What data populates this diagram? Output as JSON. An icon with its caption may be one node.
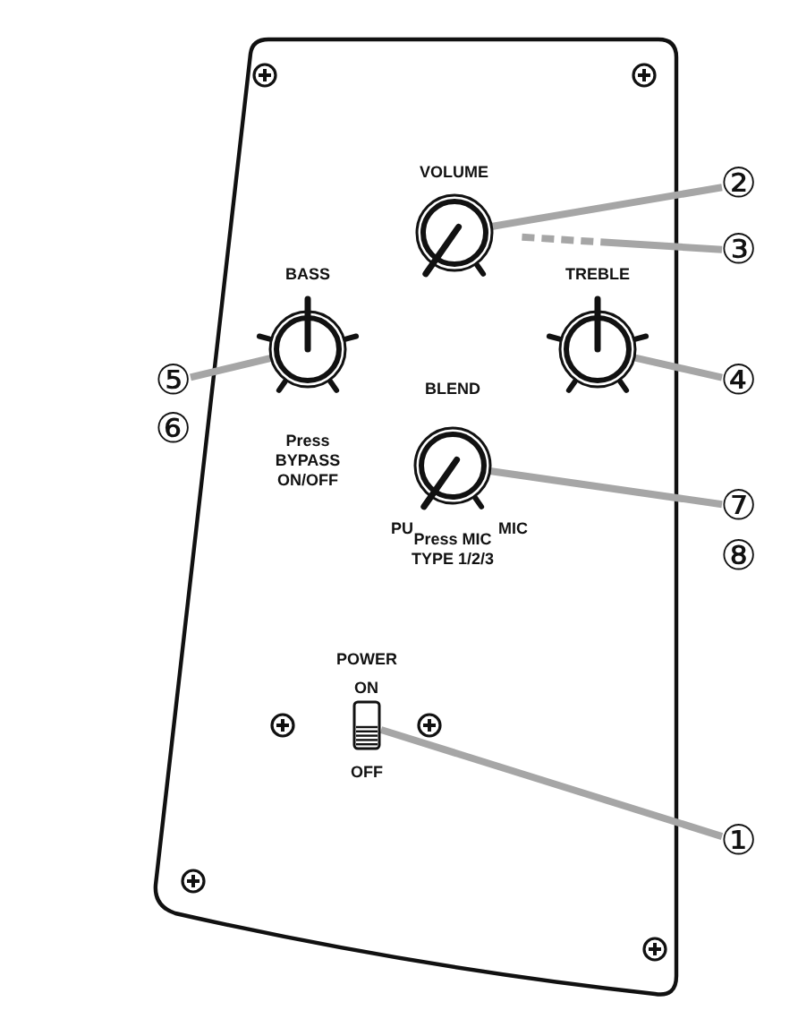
{
  "diagram": {
    "nodes": [
      {
        "text": [
          "②"
        ]
      },
      {
        "text": [],
        "shape": "circle"
      },
      {
        "text": [
          "③"
        ]
      },
      {
        "text": [],
        "shape": "circle"
      },
      {
        "text": [],
        "shape": "circle"
      },
      {
        "text": [
          "④"
        ]
      },
      {
        "text": [
          "⑤"
        ]
      },
      {
        "text": [],
        "shape": "circle"
      },
      {
        "text": [
          "⑦"
        ]
      },
      {
        "text": [],
        "shape": "box"
      },
      {
        "text": [
          "①"
        ]
      }
    ],
    "edges": [
      {
        "from": 0,
        "to": 1,
        "arrow": "none"
      },
      {
        "from": 2,
        "to": 1,
        "arrow": "none",
        "style": "dashed"
      },
      {
        "from": 5,
        "to": 4,
        "arrow": "none"
      },
      {
        "from": 6,
        "to": 3,
        "arrow": "none"
      },
      {
        "from": 8,
        "to": 7,
        "arrow": "none"
      },
      {
        "from": 10,
        "to": 9,
        "arrow": "none"
      }
    ],
    "labels": [
      "VOLUME",
      "BASS",
      "TREBLE",
      "⑥",
      "Press BYPASS ON/OFF",
      "BLEND",
      "PU",
      "MIC",
      "⑧",
      "Press MIC TYPE 1/2/3",
      "POWER",
      "ON",
      "OFF"
    ]
  }
}
